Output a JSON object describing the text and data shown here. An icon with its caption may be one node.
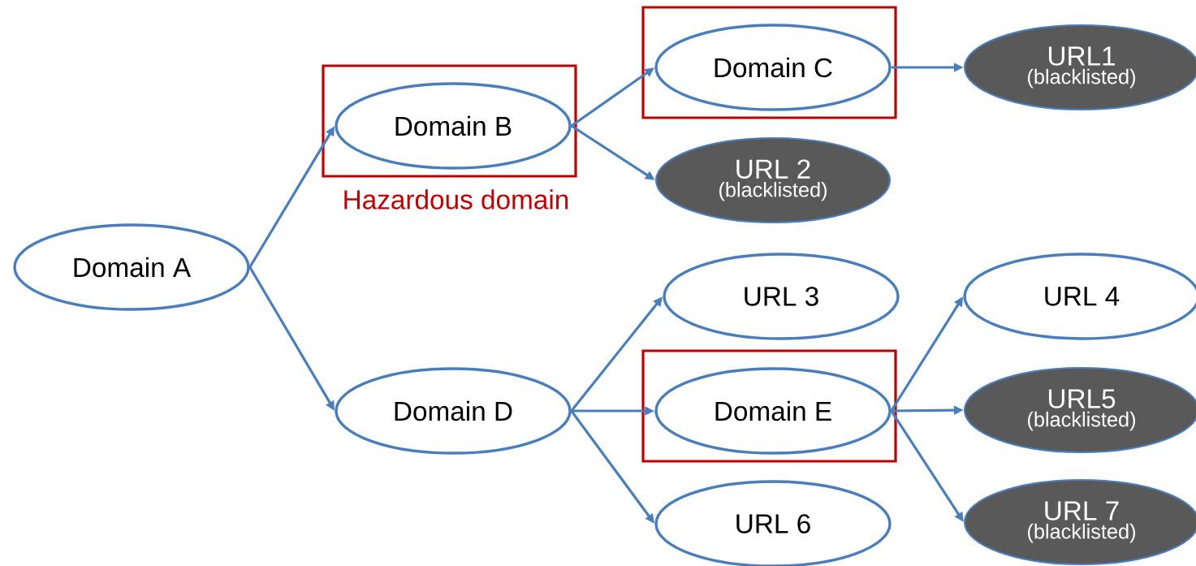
{
  "diagram": {
    "nodes": [
      {
        "text": [
          "Domain A"
        ]
      },
      {
        "text": [
          "Hazardous domain"
        ]
      },
      {
        "text": [
          "Domain B"
        ],
        "in": 1
      },
      {
        "text": [],
        "shape": "box"
      },
      {
        "text": [
          "Domain C"
        ],
        "in": 3
      },
      {
        "text": [
          "URL1",
          "(blacklisted)"
        ]
      },
      {
        "text": [
          "URL 2",
          "(blacklisted)"
        ]
      },
      {
        "text": [
          "URL 3"
        ]
      },
      {
        "text": [
          "Domain D"
        ]
      },
      {
        "text": [],
        "shape": "box"
      },
      {
        "text": [
          "Domain E"
        ],
        "in": 9
      },
      {
        "text": [
          "URL 4"
        ]
      },
      {
        "text": [
          "URL5",
          "(blacklisted)"
        ]
      },
      {
        "text": [
          "URL 6"
        ]
      },
      {
        "text": [
          "URL 7",
          "(blacklisted)"
        ]
      }
    ],
    "edges": [
      {
        "from": 0,
        "to": 2,
        "arrow": "to"
      },
      {
        "from": 0,
        "to": 8,
        "arrow": "to"
      },
      {
        "from": 2,
        "to": 4,
        "arrow": "to"
      },
      {
        "from": 2,
        "to": 6,
        "arrow": "to"
      },
      {
        "from": 4,
        "to": 5,
        "arrow": "to"
      },
      {
        "from": 8,
        "to": 7,
        "arrow": "to"
      },
      {
        "from": 8,
        "to": 10,
        "arrow": "to"
      },
      {
        "from": 8,
        "to": 13,
        "arrow": "to"
      },
      {
        "from": 10,
        "to": 11,
        "arrow": "to"
      },
      {
        "from": 10,
        "to": 12,
        "arrow": "to"
      },
      {
        "from": 10,
        "to": 14,
        "arrow": "to"
      }
    ]
  }
}
